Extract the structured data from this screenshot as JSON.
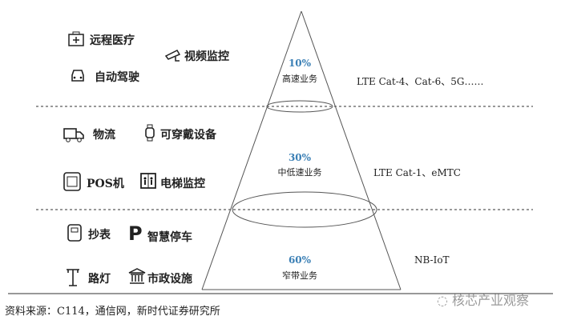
{
  "tiers": [
    {
      "percent": "10%",
      "name": "高速业务",
      "tech": "LTE Cat-4、Cat-6、5G……",
      "apps": [
        "远程医疗",
        "视频监控",
        "自动驾驶"
      ]
    },
    {
      "percent": "30%",
      "name": "中低速业务",
      "tech": "LTE Cat-1、eMTC",
      "apps": [
        "物流",
        "可穿戴设备",
        "POS机",
        "电梯监控"
      ]
    },
    {
      "percent": "60%",
      "name": "窄带业务",
      "tech": "NB-IoT",
      "apps": [
        "抄表",
        "智慧停车",
        "路灯",
        "市政设施"
      ]
    }
  ],
  "source": "资料来源：C114，通信网，新时代证券研究所",
  "watermark": "核芯产业观察"
}
